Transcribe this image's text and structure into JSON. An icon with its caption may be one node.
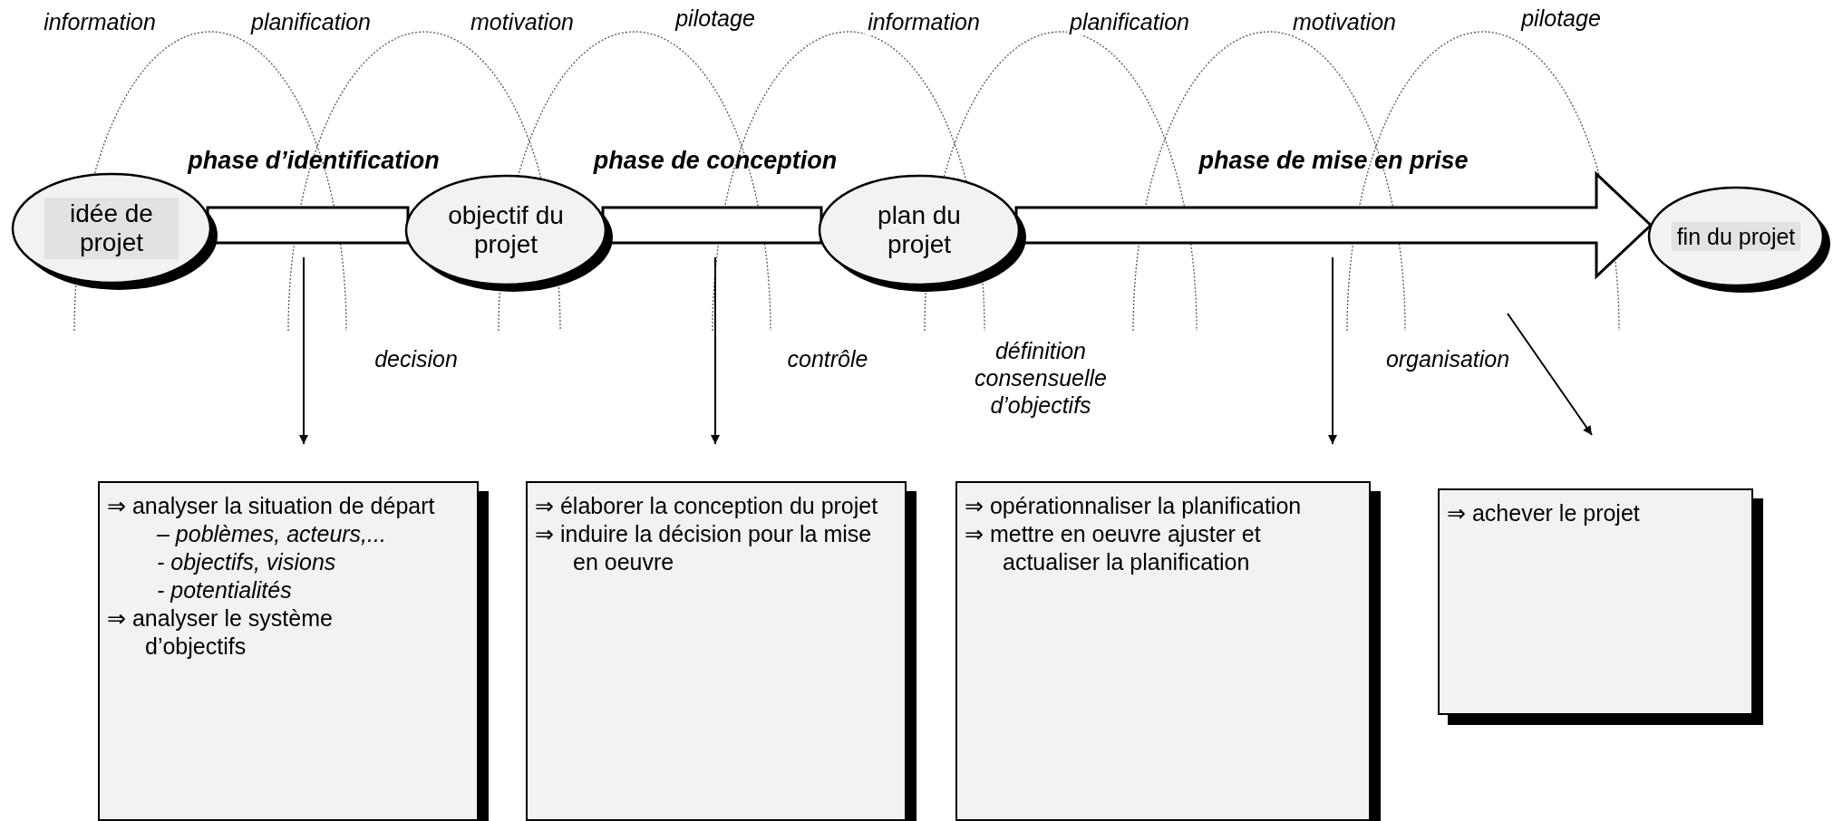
{
  "diagram": {
    "nodes": [
      {
        "text": [
          "idée de projet"
        ]
      },
      {
        "text": [
          "objectif du projet"
        ]
      },
      {
        "text": [
          "plan du projet"
        ]
      },
      {
        "text": [
          "fin du projet"
        ]
      },
      {
        "text": [
          "⇒ analyser la situation de départ",
          "– poblèmes, acteurs,...",
          "- objectifs, visions",
          "- potentialités",
          "⇒ analyser le système d’objectifs"
        ]
      },
      {
        "text": [
          "⇒ élaborer la conception du projet",
          "⇒ induire la décision pour la mise en oeuvre"
        ]
      },
      {
        "text": [
          "⇒ opérationnaliser la planification",
          "⇒ mettre en oeuvre ajuster et actualiser la planification"
        ]
      },
      {
        "text": [
          "⇒ achever le projet"
        ]
      }
    ],
    "edges": [
      {
        "from": 0,
        "to": 1,
        "arrow": "none",
        "style": "thick"
      },
      {
        "from": 1,
        "to": 2,
        "arrow": "none",
        "style": "thick"
      },
      {
        "from": 2,
        "to": 3,
        "arrow": "to",
        "style": "thick"
      },
      {
        "from": null,
        "to": 4,
        "arrow": "to"
      },
      {
        "from": null,
        "to": 5,
        "arrow": "to"
      },
      {
        "from": null,
        "to": 6,
        "arrow": "to"
      },
      {
        "from": null,
        "to": 7,
        "arrow": "to"
      }
    ],
    "labels": [
      "information",
      "planification",
      "motivation",
      "pilotage",
      "information",
      "planification",
      "motivation",
      "pilotage",
      "phase d’identification",
      "phase de conception",
      "phase de mise en prise",
      "decision",
      "contrôle",
      "définition consensuelle d’objectifs",
      "organisation"
    ]
  }
}
